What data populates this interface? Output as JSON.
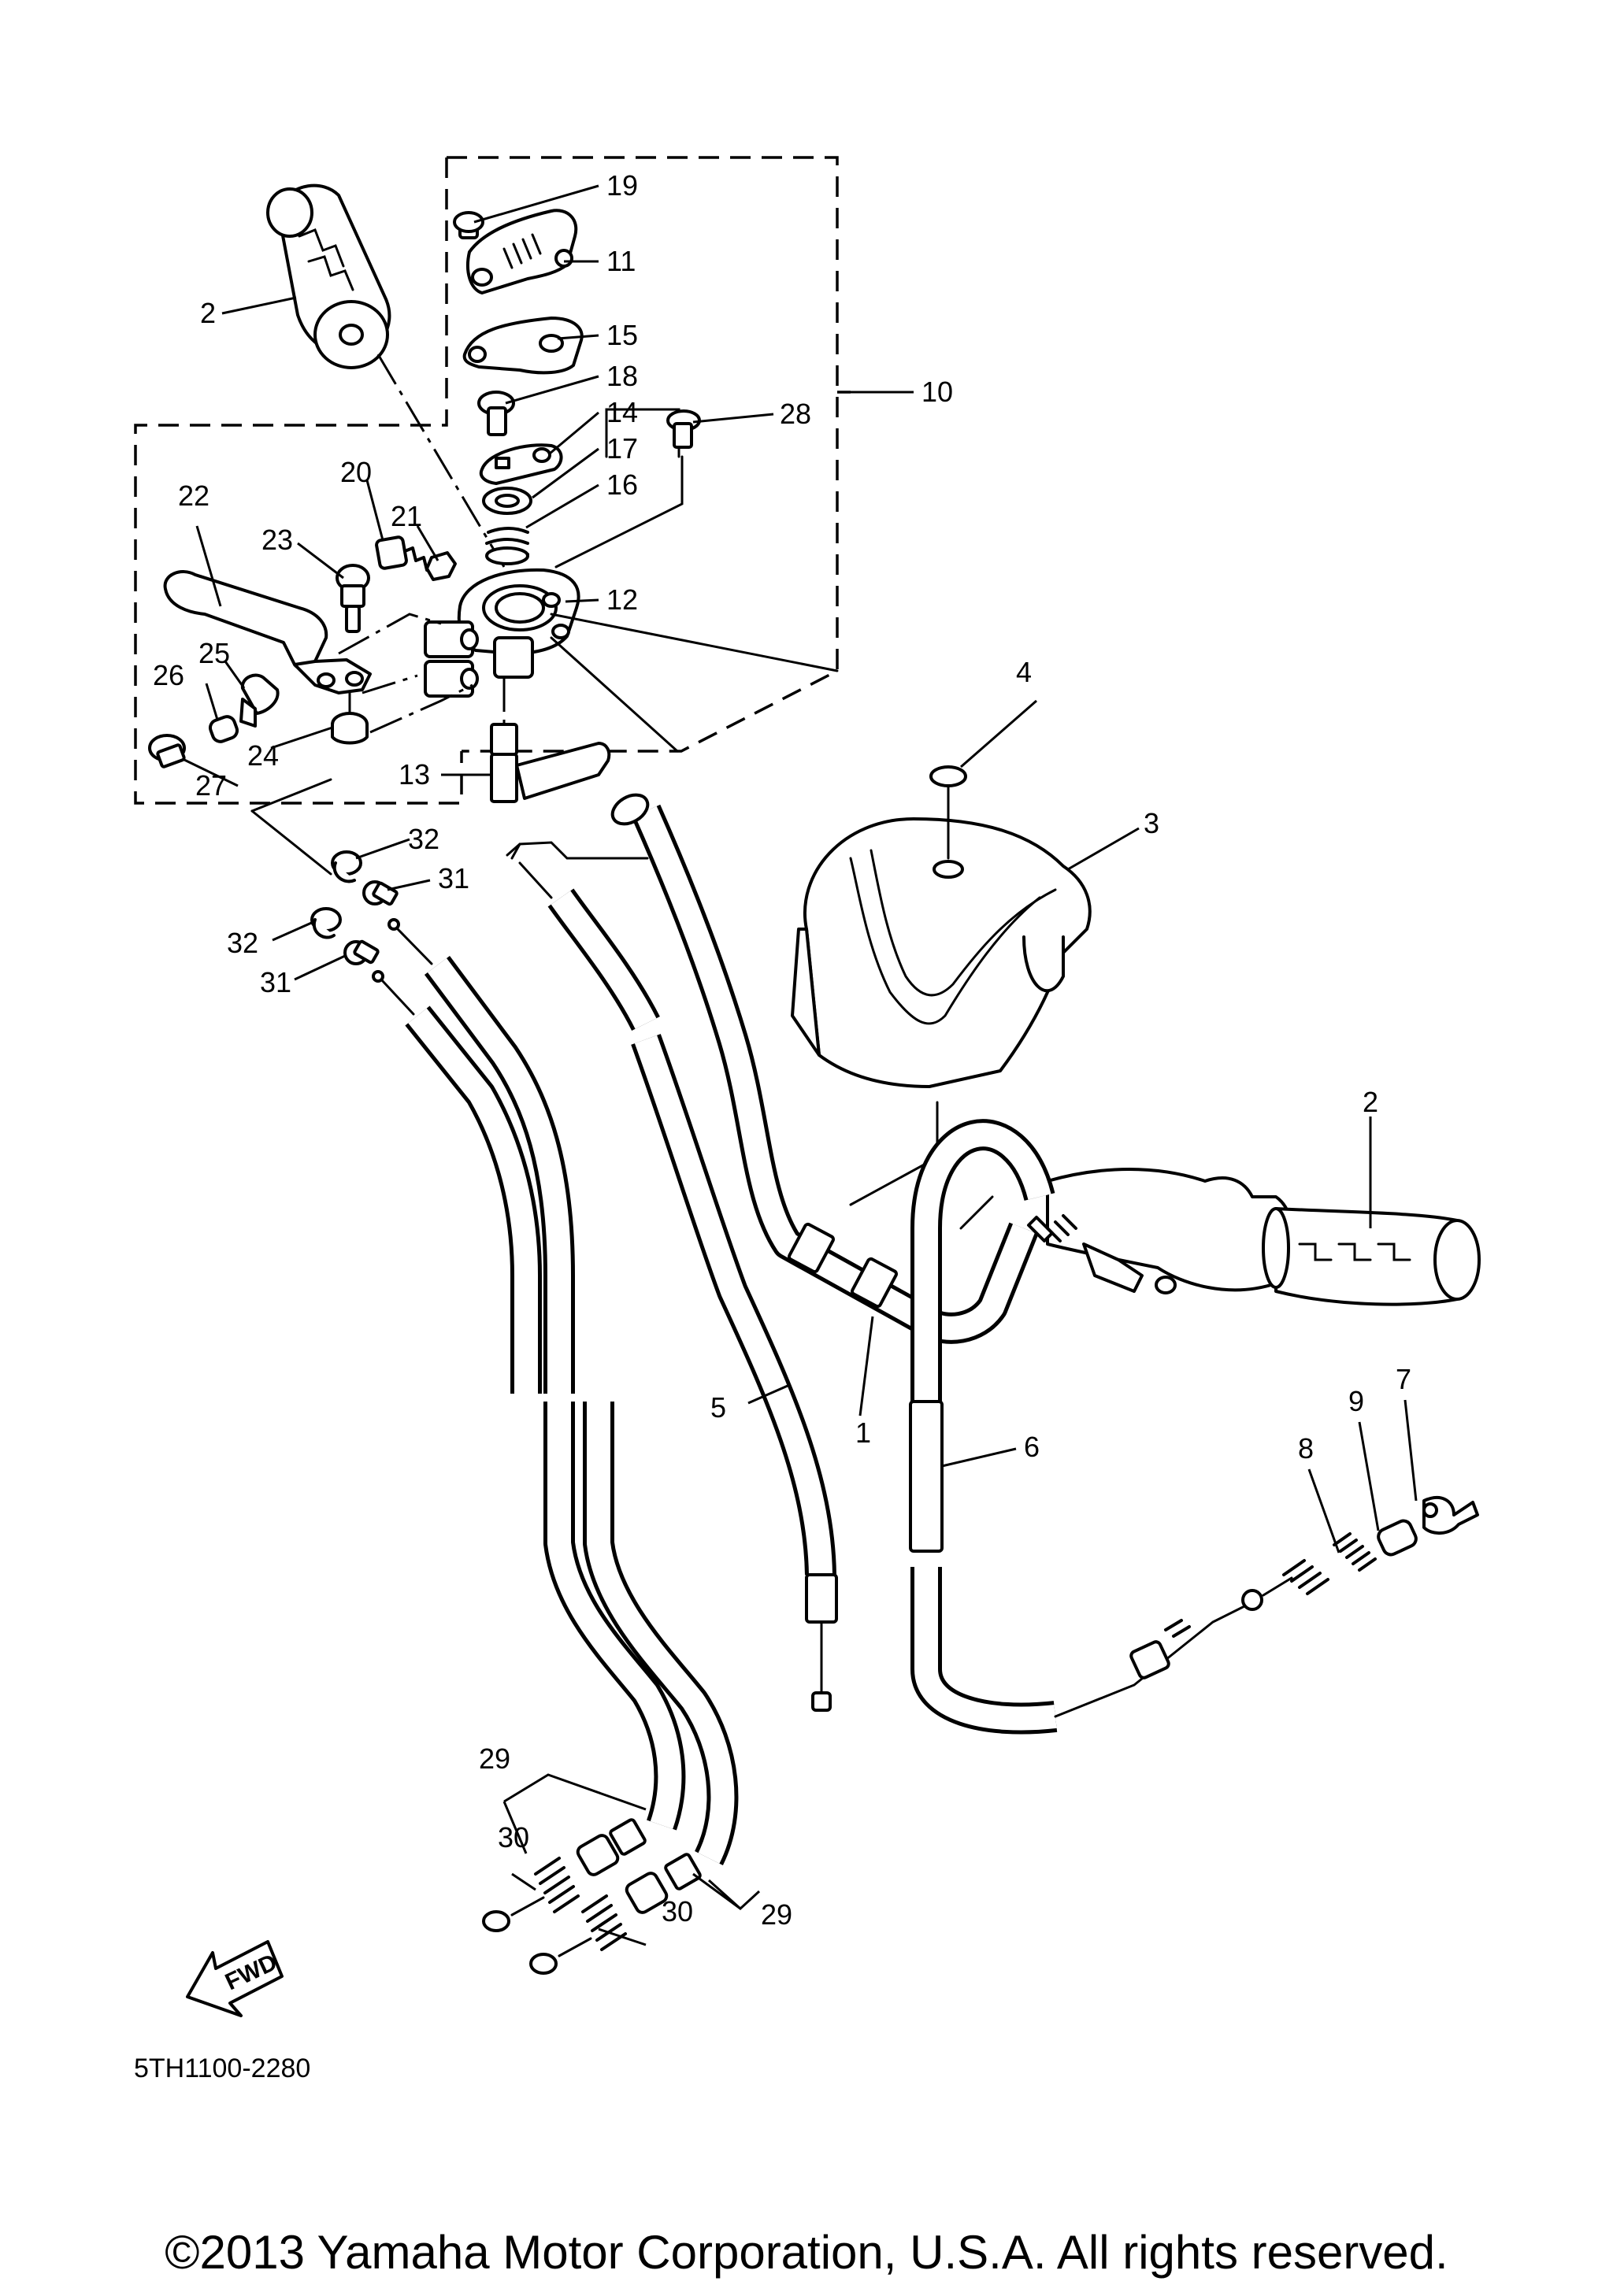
{
  "diagram": {
    "part_numbers": [
      "1",
      "2",
      "2",
      "3",
      "4",
      "5",
      "6",
      "7",
      "8",
      "9",
      "10",
      "11",
      "12",
      "13",
      "14",
      "15",
      "16",
      "17",
      "18",
      "19",
      "20",
      "21",
      "22",
      "23",
      "24",
      "25",
      "26",
      "27",
      "28",
      "29",
      "29",
      "30",
      "30",
      "31",
      "31",
      "32",
      "32"
    ],
    "diagram_code": "5TH1100-2280",
    "direction_label": "FWD"
  },
  "footer": {
    "copyright": "©2013 Yamaha Motor Corporation, U.S.A. All rights reserved."
  }
}
